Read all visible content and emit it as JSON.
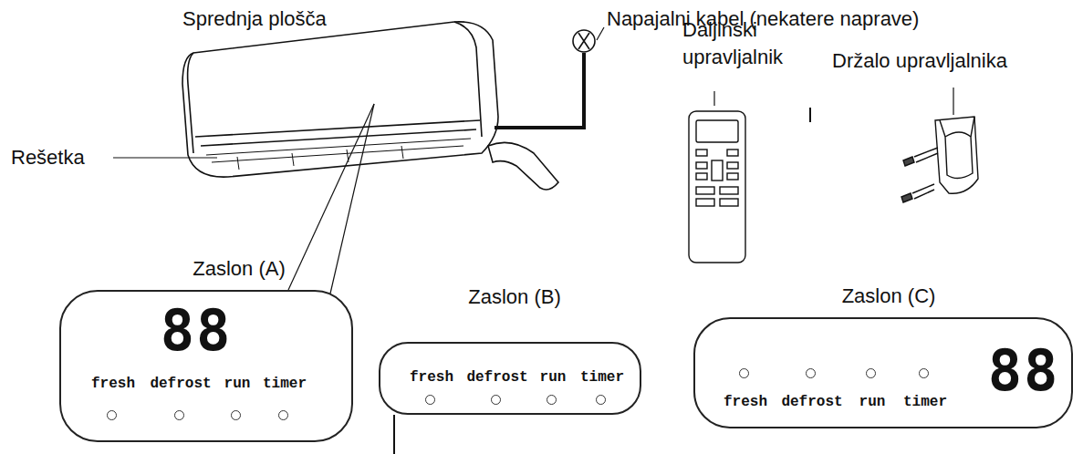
{
  "diagram": {
    "nodes": [
      {
        "text": [
          "Zaslon (A)",
          "88",
          "fresh",
          "defrost",
          "run",
          "timer"
        ]
      },
      {
        "text": [
          "Zaslon (B)",
          "fresh",
          "defrost",
          "run",
          "timer"
        ]
      },
      {
        "text": [
          "Zaslon (C)",
          "fresh",
          "defrost",
          "run",
          "timer",
          "88"
        ]
      }
    ],
    "labels": [
      "Sprednja plošča",
      "Napajalni kabel (nekatere naprave)",
      "Daljinski upravljalnik",
      "Držalo upravljalnika",
      "Rešetka"
    ]
  }
}
